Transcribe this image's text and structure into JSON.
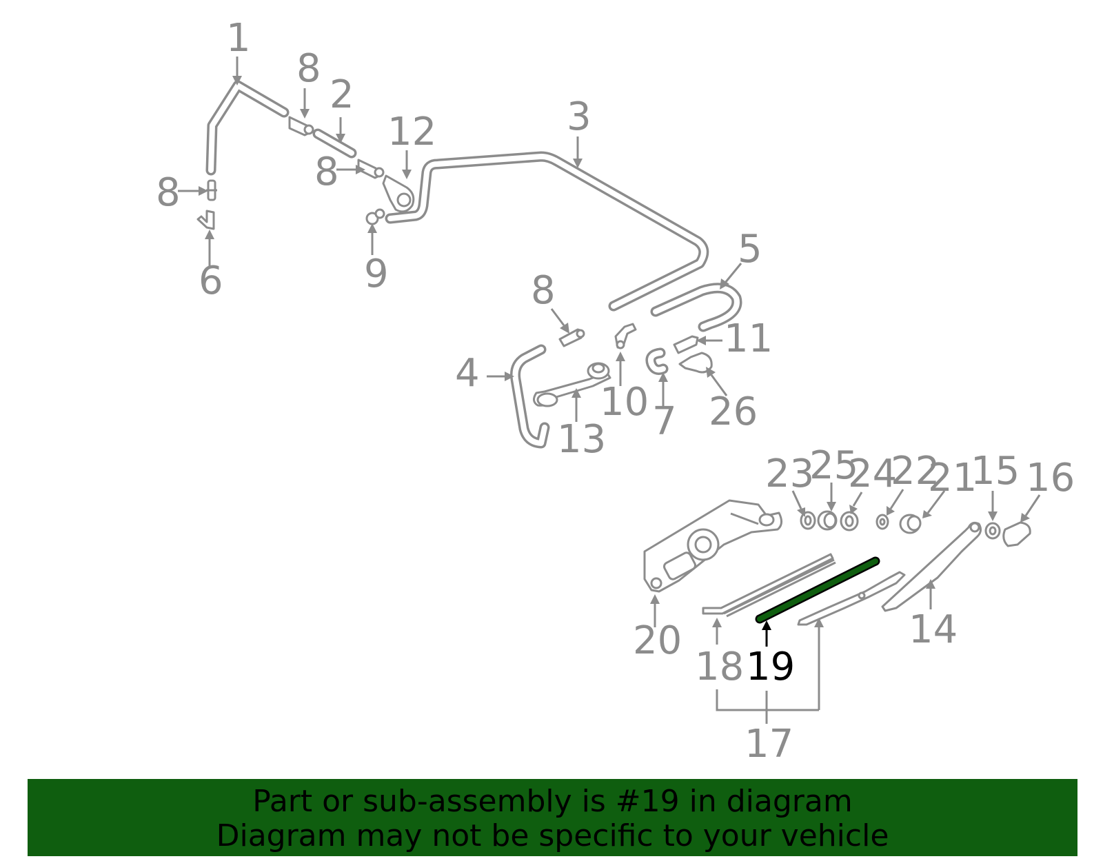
{
  "diagram": {
    "highlight_color": "#0f5e0f",
    "line_color": "#8c8c8c",
    "callouts": {
      "c1": "1",
      "c8a": "8",
      "c2": "2",
      "c12": "12",
      "c3": "3",
      "c8b": "8",
      "c8c": "8",
      "c6": "6",
      "c9": "9",
      "c5": "5",
      "c8d": "8",
      "c11": "11",
      "c4": "4",
      "c10": "10",
      "c7": "7",
      "c26": "26",
      "c13": "13",
      "c23": "23",
      "c25": "25",
      "c24": "24",
      "c22": "22",
      "c21": "21",
      "c15": "15",
      "c16": "16",
      "c20": "20",
      "c14": "14",
      "c18": "18",
      "c19": "19",
      "c17": "17"
    }
  },
  "banner": {
    "line1": "Part or sub-assembly is #19 in diagram",
    "line2": "Diagram may not be specific to your vehicle"
  }
}
